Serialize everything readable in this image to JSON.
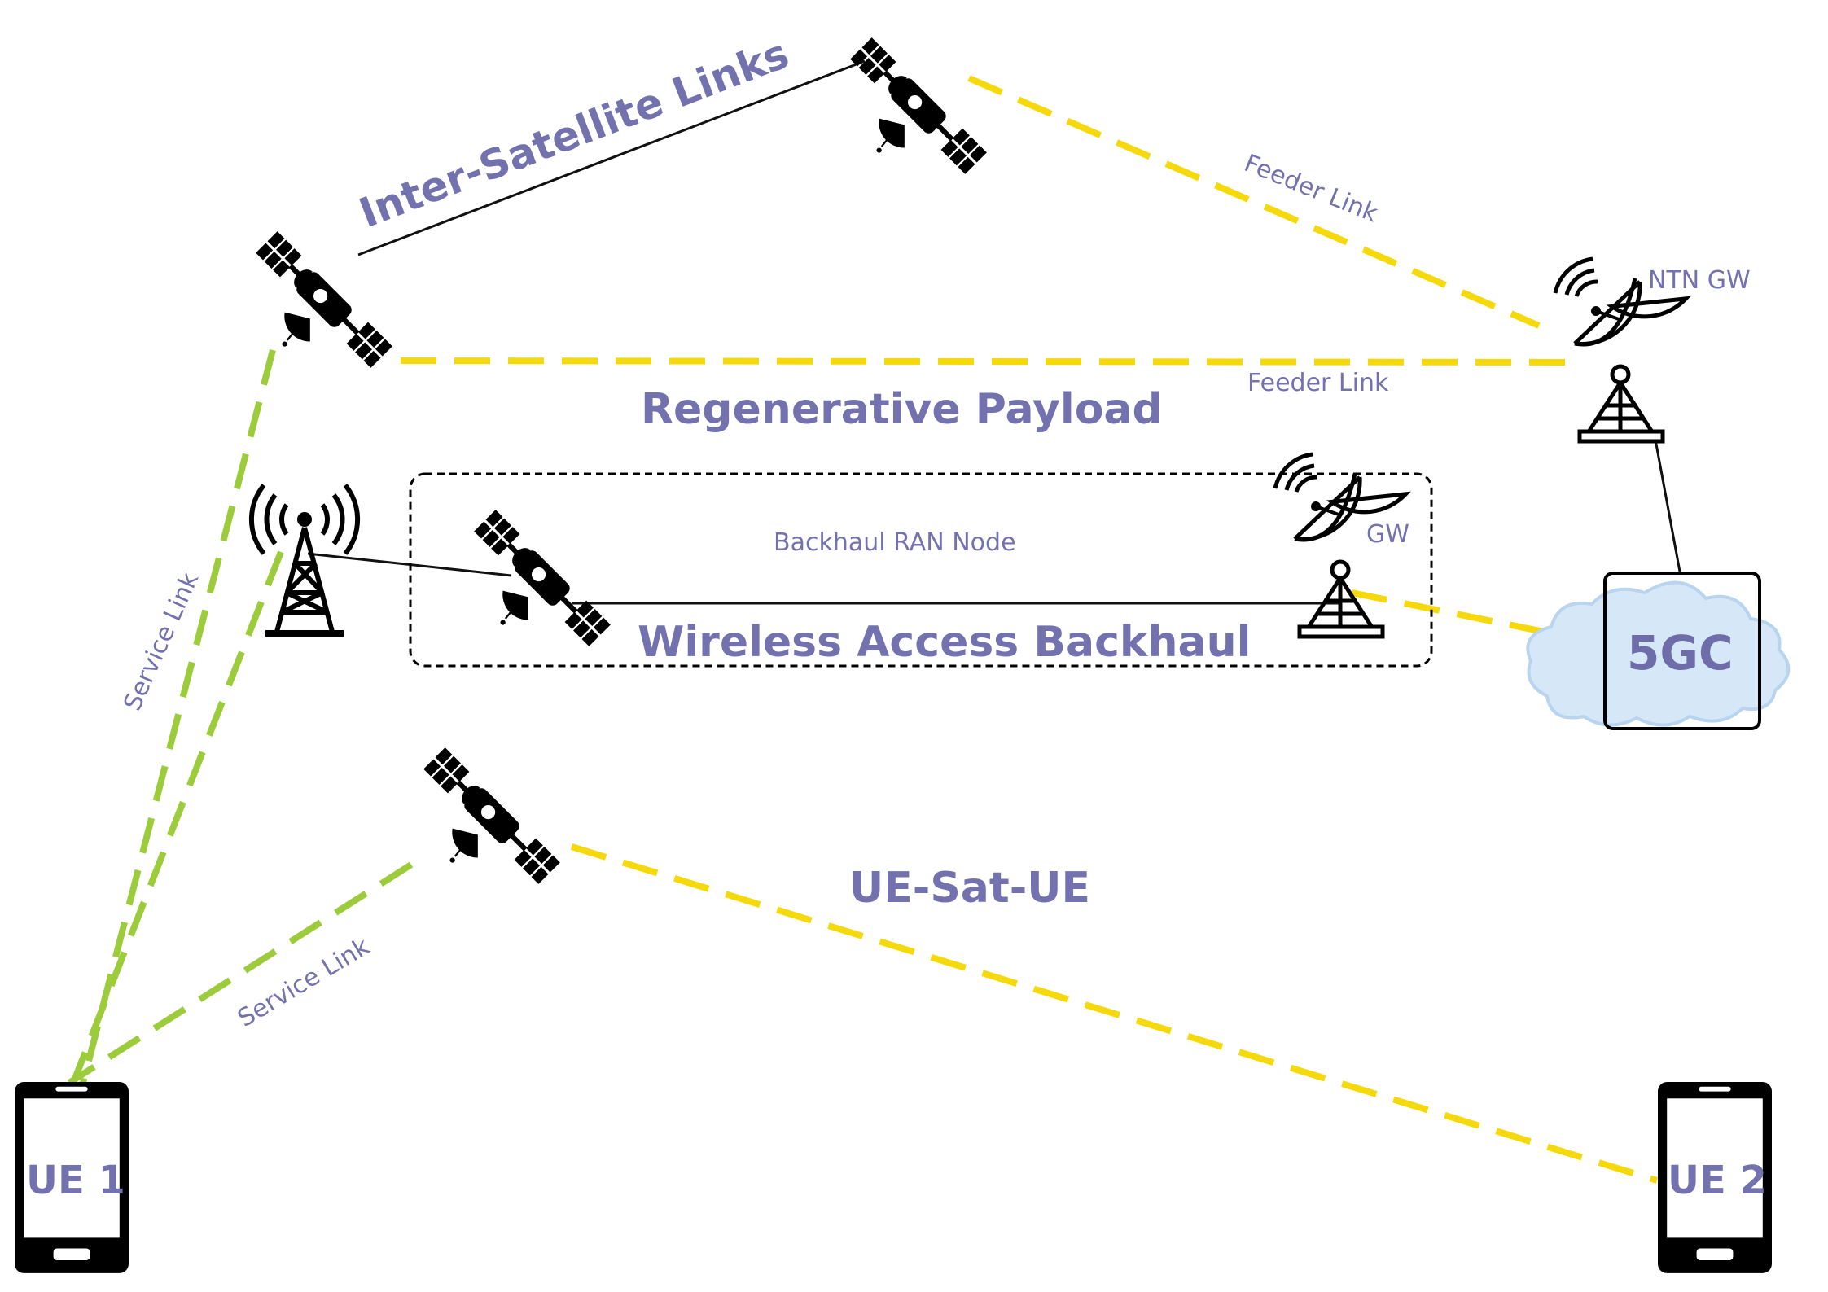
{
  "labels": {
    "inter_satellite_links": "Inter-Satellite Links",
    "regenerative_payload": "Regenerative Payload",
    "wireless_access_backhaul": "Wireless Access Backhaul",
    "ue_sat_ue": "UE-Sat-UE",
    "feeder_link_1": "Feeder Link",
    "feeder_link_2": "Feeder Link",
    "service_link_1": "Service Link",
    "service_link_2": "Service Link",
    "backhaul_ran_node": "Backhaul RAN Node",
    "ntn_gw": "NTN GW",
    "gw": "GW",
    "core": "5GC",
    "ue1": "UE 1",
    "ue2": "UE 2"
  },
  "colors": {
    "feeder_link": "#f5d90a",
    "service_link": "#9ccc3c",
    "label": "#7472ae",
    "cloud": "#d6e8f8"
  },
  "icons": [
    "satellite-icon",
    "ground-station-dish-icon",
    "radio-tower-icon",
    "smartphone-icon",
    "cloud-icon"
  ]
}
